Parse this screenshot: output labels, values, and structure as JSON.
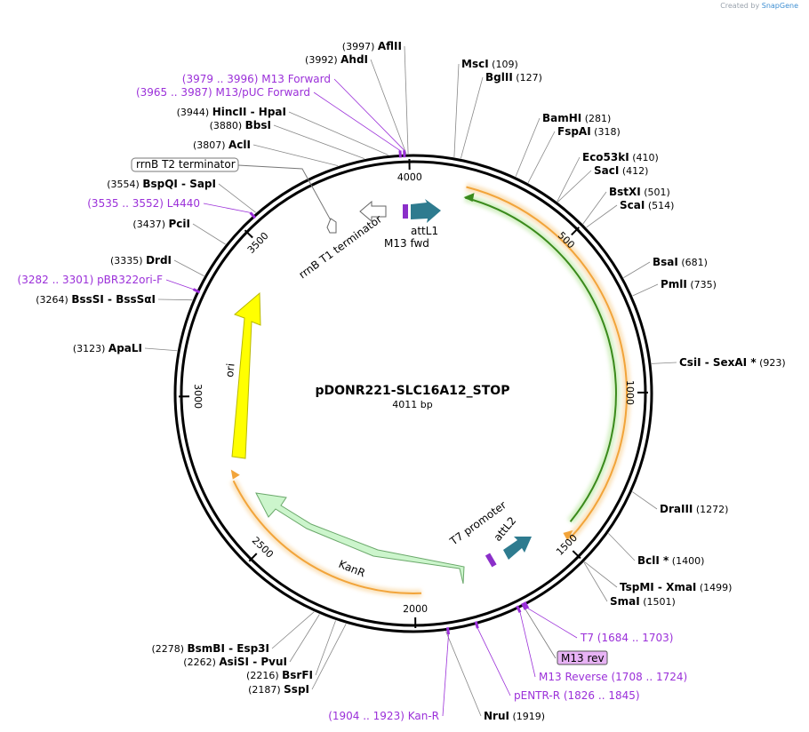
{
  "credit": {
    "prefix": "Created by",
    "brand": "SnapGene"
  },
  "plasmid": {
    "name": "pDONR221-SLC16A12_STOP",
    "length_label": "4011 bp",
    "length": 4011
  },
  "ticks": [
    {
      "label": "500",
      "pos": 500
    },
    {
      "label": "1000",
      "pos": 1000
    },
    {
      "label": "1500",
      "pos": 1500
    },
    {
      "label": "2000",
      "pos": 2000
    },
    {
      "label": "2500",
      "pos": 2500
    },
    {
      "label": "3000",
      "pos": 3000
    },
    {
      "label": "3500",
      "pos": 3500
    },
    {
      "label": "4000",
      "pos": 4000
    }
  ],
  "colors": {
    "ori": "#ffff00",
    "kanr": "#ccf5cc",
    "att": "#2e7b8f",
    "orange": "#f2a43a",
    "green": "#3a8a1c",
    "primer": "#9b30d9",
    "ccdb": "#8b2fc9"
  },
  "enzymes": [
    {
      "name": "AflII",
      "pos_label": "(3997)",
      "pos": 3997
    },
    {
      "name": "AhdI",
      "pos_label": "(3992)",
      "pos": 3992
    },
    {
      "name": "HincII  -  HpaI",
      "pos_label": "(3944)",
      "pos": 3944
    },
    {
      "name": "BbsI",
      "pos_label": "(3880)",
      "pos": 3880
    },
    {
      "name": "AclI",
      "pos_label": "(3807)",
      "pos": 3807
    },
    {
      "name": "BspQI  -  SapI",
      "pos_label": "(3554)",
      "pos": 3554
    },
    {
      "name": "PciI",
      "pos_label": "(3437)",
      "pos": 3437
    },
    {
      "name": "DrdI",
      "pos_label": "(3335)",
      "pos": 3335
    },
    {
      "name": "BssSI  -  BssSαI",
      "pos_label": "(3264)",
      "pos": 3264
    },
    {
      "name": "ApaLI",
      "pos_label": "(3123)",
      "pos": 3123
    },
    {
      "name": "MscI",
      "pos_label": "(109)",
      "pos": 109
    },
    {
      "name": "BglII",
      "pos_label": "(127)",
      "pos": 127
    },
    {
      "name": "BamHI",
      "pos_label": "(281)",
      "pos": 281
    },
    {
      "name": "FspAI",
      "pos_label": "(318)",
      "pos": 318
    },
    {
      "name": "Eco53kI",
      "pos_label": "(410)",
      "pos": 410
    },
    {
      "name": "SacI",
      "pos_label": "(412)",
      "pos": 412
    },
    {
      "name": "BstXI",
      "pos_label": "(501)",
      "pos": 501
    },
    {
      "name": "ScaI",
      "pos_label": "(514)",
      "pos": 514
    },
    {
      "name": "BsaI",
      "pos_label": "(681)",
      "pos": 681
    },
    {
      "name": "PmlI",
      "pos_label": "(735)",
      "pos": 735
    },
    {
      "name": "CsiI  -  SexAI *",
      "pos_label": "(923)",
      "pos": 923
    },
    {
      "name": "DraIII",
      "pos_label": "(1272)",
      "pos": 1272
    },
    {
      "name": "BclI *",
      "pos_label": "(1400)",
      "pos": 1400
    },
    {
      "name": "TspMI  -  XmaI",
      "pos_label": "(1499)",
      "pos": 1499
    },
    {
      "name": "SmaI",
      "pos_label": "(1501)",
      "pos": 1501
    },
    {
      "name": "NruI",
      "pos_label": "(1919)",
      "pos": 1919
    },
    {
      "name": "SspI",
      "pos_label": "(2187)",
      "pos": 2187
    },
    {
      "name": "BsrFI",
      "pos_label": "(2216)",
      "pos": 2216
    },
    {
      "name": "AsiSI  -  PvuI",
      "pos_label": "(2262)",
      "pos": 2262
    },
    {
      "name": "BsmBI  -  Esp3I",
      "pos_label": "(2278)",
      "pos": 2278
    }
  ],
  "primers": [
    {
      "name": "M13 Forward",
      "range_label": "(3979 .. 3996)",
      "pos": 3987
    },
    {
      "name": "M13/pUC Forward",
      "range_label": "(3965 .. 3987)",
      "pos": 3976
    },
    {
      "name": "L4440",
      "range_label": "(3535 .. 3552)",
      "pos": 3543
    },
    {
      "name": "pBR322ori-F",
      "range_label": "(3282 .. 3301)",
      "pos": 3291
    },
    {
      "name": "T7",
      "range_label": "(1684 .. 1703)",
      "pos": 1693
    },
    {
      "name": "M13 rev",
      "range_label": "",
      "pos": 1700
    },
    {
      "name": "M13 Reverse",
      "range_label": "(1708 .. 1724)",
      "pos": 1716
    },
    {
      "name": "pENTR-R",
      "range_label": "(1826 .. 1845)",
      "pos": 1835
    },
    {
      "name": "Kan-R",
      "range_label": "(1904 .. 1923)",
      "pos": 1913
    }
  ],
  "features": [
    {
      "name": "ori",
      "start": 2760,
      "end": 3350
    },
    {
      "name": "KanR",
      "start": 2010,
      "end": 2640
    },
    {
      "name": "attL1",
      "start": 80,
      "end": 180
    },
    {
      "name": "attL2",
      "start": 1580,
      "end": 1680
    },
    {
      "name": "M13 fwd",
      "start": 40,
      "end": 80
    },
    {
      "name": "T7 promoter",
      "start": 1680,
      "end": 1700
    },
    {
      "name": "rrnB T1 terminator",
      "start": 3800,
      "end": 3880
    },
    {
      "name": "rrnB T2 terminator",
      "start": 3700,
      "end": 3760
    }
  ]
}
